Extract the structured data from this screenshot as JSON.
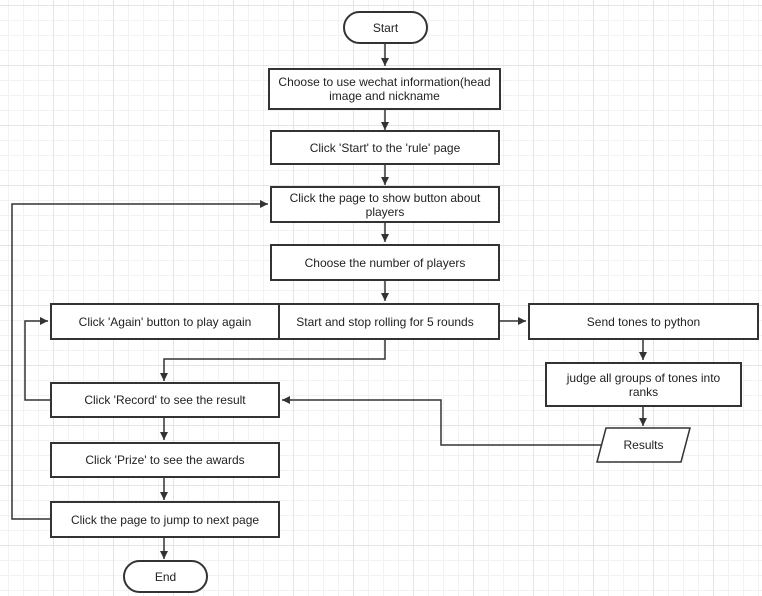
{
  "nodes": {
    "start": "Start",
    "use_wechat": "Choose to use wechat information(head image and nickname",
    "click_start": "Click 'Start' to the 'rule' page",
    "show_button": "Click the page to show button about players",
    "choose_number": "Choose the number of players",
    "start_stop": "Start and stop rolling for 5 rounds",
    "send_tones": "Send tones to python",
    "judge_groups": "judge all groups of tones into ranks",
    "results": "Results",
    "click_again": "Click 'Again' button to play again",
    "click_record": "Click 'Record' to see the result",
    "click_prize": "Click 'Prize' to see the awards",
    "jump_next": "Click the page to jump to next page",
    "end": "End"
  },
  "colors": {
    "stroke": "#333333",
    "grid": "#e4e4e4",
    "background": "#ffffff"
  }
}
